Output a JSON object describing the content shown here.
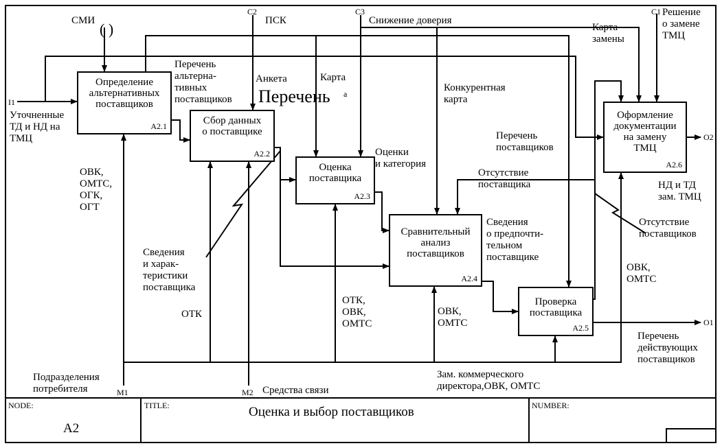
{
  "boxes": [
    {
      "title": "Определение\nальтернативных\nпоставщиков",
      "num": "A2.1"
    },
    {
      "title": "Сбор данных\nо поставщике",
      "num": "A2.2"
    },
    {
      "title": "Оценка\nпоставщика",
      "num": "A2.3"
    },
    {
      "title": "Сравнительный\nанализ\nпоставщиков",
      "num": "A2.4"
    },
    {
      "title": "Проверка\nпоставщика",
      "num": "A2.5"
    },
    {
      "title": "Оформление\nдокументации\nна замену\nТМЦ",
      "num": "A2.6"
    }
  ],
  "labels": {
    "smi": "СМИ",
    "c2": "C2",
    "psk": "ПСК",
    "c3": "C3",
    "snizhenie": "Снижение доверия",
    "c1": "C1",
    "reshenie": "Решение\nо замене\nТМЦ",
    "karta_zameny": "Карта\nзамены",
    "i1": "I1",
    "utochnennye": "Уточненные\nТД и НД на\nТМЦ",
    "perechen_alt": "Перечень\nальтерна-\nтивных\nпоставщиков",
    "anketa": "Анкета",
    "karta": "Карта",
    "perechen_big": "Перечень",
    "a_small": "а",
    "konkurentnaya": "Конкурентная\nкарта",
    "perechen_post": "Перечень\nпоставщиков",
    "otsenki": "Оценки\nи категория",
    "otsutstvie1": "Отсутствие\nпоставщика",
    "svedeniya_pred": "Сведения\nо предпочти-\nтельном\nпоставщике",
    "otsutstvie2": "Отсутствие\nпоставщиков",
    "nd_td": "НД и ТД\nзам. ТМЦ",
    "o2": "O2",
    "ovk_left": "ОВК,\nОМТС,\nОГК,\nОГТ",
    "svedeniya_har": "Сведения\nи харак-\nтеристики\nпоставщика",
    "otk": "ОТК",
    "otk_ovk": "ОТК,\nОВК,\nОМТС",
    "ovk_omts1": "ОВК,\nОМТС",
    "ovk_omts2": "ОВК,\nОМТС",
    "o1": "O1",
    "perechen_deistv": "Перечень\nдействующих\nпоставщиков",
    "podrazdeleniya": "Подразделения\nпотребителя",
    "m1": "M1",
    "m2": "M2",
    "sredstva": "Средства связи",
    "zam": "Зам. коммерческого\nдиректора,ОВК, ОМТС"
  },
  "title_block": {
    "node_label": "NODE:",
    "node_value": "A2",
    "title_label": "TITLE:",
    "title_value": "Оценка и выбор  поставщиков",
    "number_label": "NUMBER:"
  }
}
